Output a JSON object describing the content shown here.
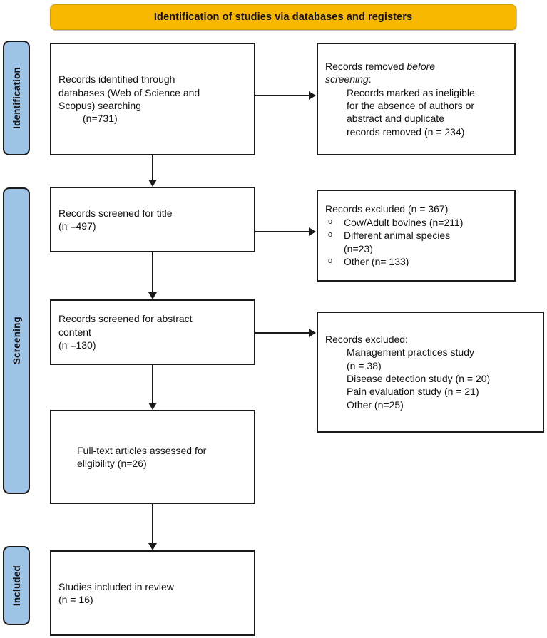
{
  "header": {
    "title": "Identification of studies via databases and registers",
    "background_color": "#f8b800",
    "text_color": "#121212"
  },
  "stages": {
    "identification": {
      "label": "Identification",
      "color": "#9dc3e6"
    },
    "screening": {
      "label": "Screening",
      "color": "#9dc3e6"
    },
    "included": {
      "label": "Included",
      "color": "#9dc3e6"
    }
  },
  "boxes": {
    "identified": {
      "line1": "Records identified through",
      "line2": "databases (Web of Science and",
      "line3": "Scopus) searching",
      "line4": "(n=731)"
    },
    "removed": {
      "line1_pre": "Records removed ",
      "line1_italic": "before",
      "line2_italic": "screening",
      "line2_post": ":",
      "line3": "Records marked as ineligible",
      "line4": "for the absence of authors or",
      "line5": "abstract and duplicate",
      "line6": "records removed (n = 234)"
    },
    "screened_title": {
      "line1": "Records screened for title",
      "line2": "(n =497)"
    },
    "excluded_title": {
      "heading": "Records excluded (n = 367)",
      "bullet_glyph": "o",
      "items": [
        "Cow/Adult bovines (n=211)",
        "Different animal species",
        "Other (n= 133)"
      ],
      "item2_continuation": "(n=23)"
    },
    "screened_abstract": {
      "line1": "Records screened for abstract",
      "line2": "content",
      "line3": "(n =130)"
    },
    "excluded_abstract": {
      "heading": "Records excluded:",
      "line1": "Management practices study",
      "line2": "(n = 38)",
      "line3": "Disease detection study (n = 20)",
      "line4": "Pain evaluation study (n = 21)",
      "line5": "Other (n=25)"
    },
    "fulltext": {
      "line1": "Full-text articles assessed for",
      "line2": "eligibility (n=26)"
    },
    "included": {
      "line1": "Studies included in review",
      "line2": "(n = 16)"
    }
  },
  "chart_data": {
    "type": "diagram",
    "title": "PRISMA flow diagram: Identification of studies via databases and registers",
    "nodes": [
      {
        "id": "identified",
        "stage": "Identification",
        "label": "Records identified through databases (Web of Science and Scopus) searching",
        "n": 731
      },
      {
        "id": "removed",
        "stage": "Identification",
        "label": "Records removed before screening: Records marked as ineligible for the absence of authors or abstract and duplicate records removed",
        "n": 234
      },
      {
        "id": "screened_title",
        "stage": "Screening",
        "label": "Records screened for title",
        "n": 497
      },
      {
        "id": "excluded_title",
        "stage": "Screening",
        "label": "Records excluded",
        "n": 367,
        "breakdown": [
          {
            "reason": "Cow/Adult bovines",
            "n": 211
          },
          {
            "reason": "Different animal species",
            "n": 23
          },
          {
            "reason": "Other",
            "n": 133
          }
        ]
      },
      {
        "id": "screened_abstract",
        "stage": "Screening",
        "label": "Records screened for abstract content",
        "n": 130
      },
      {
        "id": "excluded_abstract",
        "stage": "Screening",
        "label": "Records excluded",
        "breakdown": [
          {
            "reason": "Management practices study",
            "n": 38
          },
          {
            "reason": "Disease detection study",
            "n": 20
          },
          {
            "reason": "Pain evaluation study",
            "n": 21
          },
          {
            "reason": "Other",
            "n": 25
          }
        ]
      },
      {
        "id": "fulltext",
        "stage": "Screening",
        "label": "Full-text articles assessed for eligibility",
        "n": 26
      },
      {
        "id": "included",
        "stage": "Included",
        "label": "Studies included in review",
        "n": 16
      }
    ],
    "edges": [
      {
        "from": "identified",
        "to": "removed",
        "direction": "right"
      },
      {
        "from": "identified",
        "to": "screened_title",
        "direction": "down"
      },
      {
        "from": "screened_title",
        "to": "excluded_title",
        "direction": "right"
      },
      {
        "from": "screened_title",
        "to": "screened_abstract",
        "direction": "down"
      },
      {
        "from": "screened_abstract",
        "to": "excluded_abstract",
        "direction": "right"
      },
      {
        "from": "screened_abstract",
        "to": "fulltext",
        "direction": "down"
      },
      {
        "from": "fulltext",
        "to": "included",
        "direction": "down"
      }
    ]
  }
}
